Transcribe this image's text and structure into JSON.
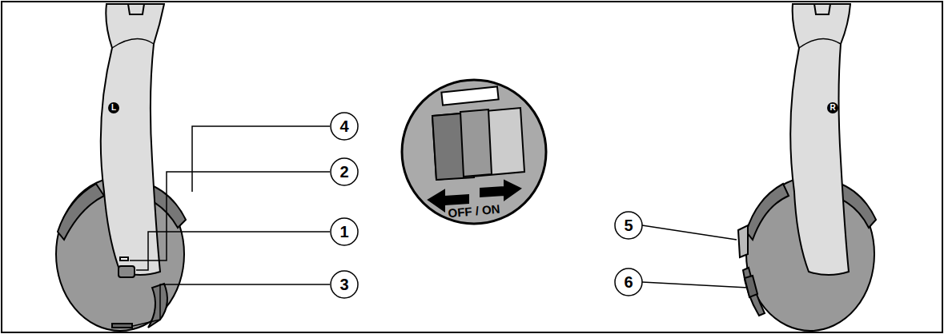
{
  "diagram": {
    "labels": [
      "L",
      "4",
      "2",
      "1",
      "3",
      "OFF / ON",
      "R",
      "5",
      "6"
    ]
  }
}
